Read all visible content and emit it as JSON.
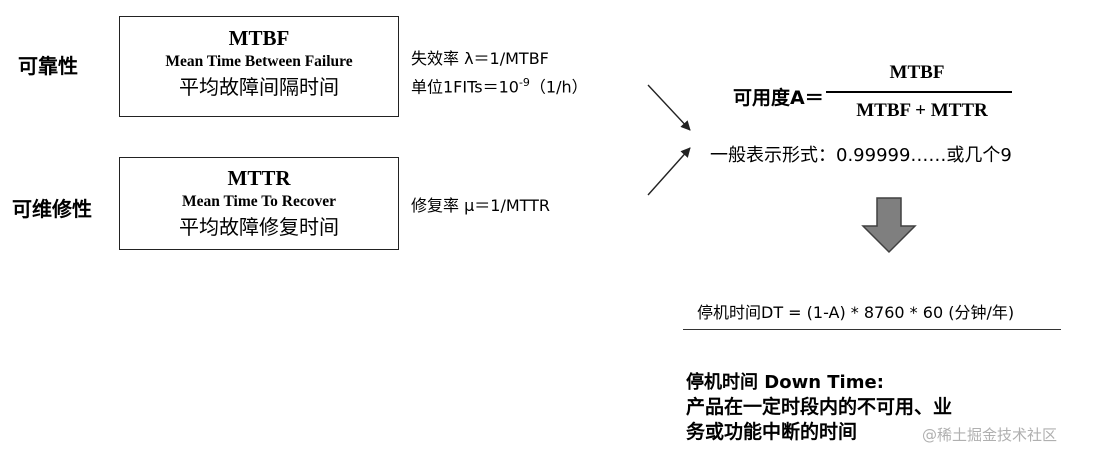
{
  "reliability": {
    "label": "可靠性",
    "abbr": "MTBF",
    "full": "Mean Time  Between Failure",
    "cn": "平均故障间隔时间",
    "note1": "失效率 λ＝1/MTBF",
    "note2_prefix": "单位1FITs＝10",
    "note2_sup": "-9",
    "note2_suffix": "（1/h）"
  },
  "maintainability": {
    "label": "可维修性",
    "abbr": "MTTR",
    "full": "Mean Time To Recover",
    "cn": "平均故障修复时间",
    "note": "修复率 μ＝1/MTTR"
  },
  "availability": {
    "label": "可用度A＝",
    "numerator": "MTBF",
    "denominator": "MTBF + MTTR",
    "general_form": "一般表示形式：0.99999……或几个9"
  },
  "downtime": {
    "formula": "停机时间DT = (1-A) * 8760 * 60 (分钟/年)",
    "title": "停机时间 Down Time:",
    "desc_line1": "产品在一定时段内的不可用、业",
    "desc_line2": "务或功能中断的时间"
  },
  "watermark": "@稀土掘金技术社区",
  "colors": {
    "arrow_fill": "#7f7f7f",
    "arrow_stroke": "#404040",
    "text": "#000000"
  }
}
